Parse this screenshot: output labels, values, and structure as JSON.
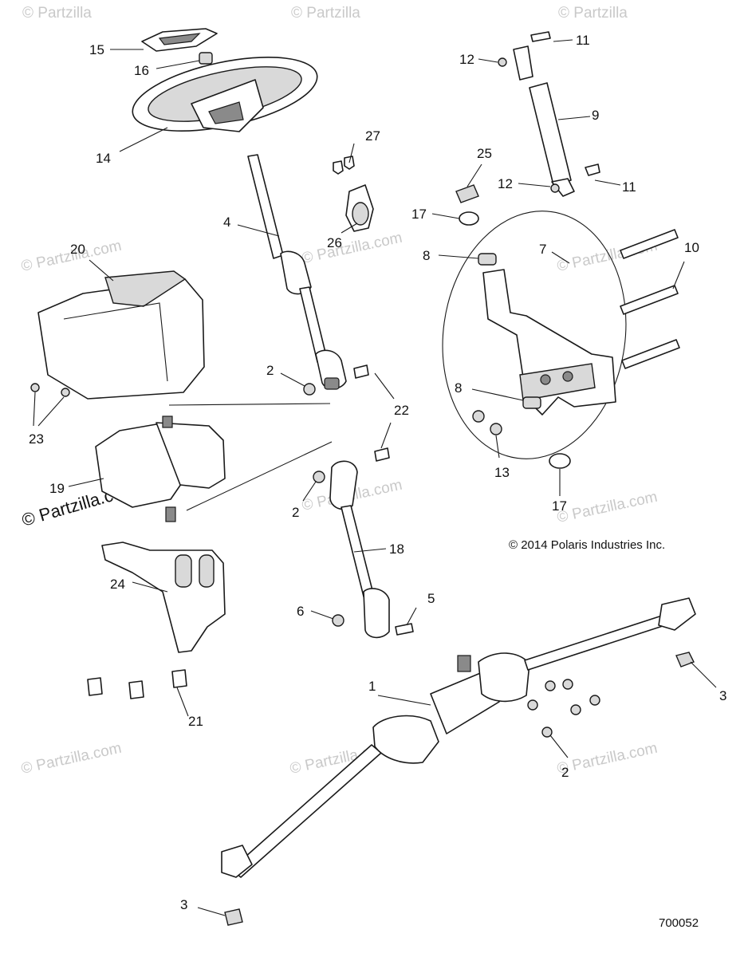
{
  "watermark": "© Partzilla.com",
  "watermark_top": "© Partzilla",
  "copyright": "© 2014 Polaris Industries Inc.",
  "diagram_id": "700052",
  "callouts": {
    "c1": "1",
    "c2a": "2",
    "c2b": "2",
    "c2c": "2",
    "c3a": "3",
    "c3b": "3",
    "c4": "4",
    "c5": "5",
    "c6": "6",
    "c7": "7",
    "c8a": "8",
    "c8b": "8",
    "c9": "9",
    "c10": "10",
    "c11a": "11",
    "c11b": "11",
    "c12a": "12",
    "c12b": "12",
    "c13": "13",
    "c14": "14",
    "c15": "15",
    "c16": "16",
    "c17a": "17",
    "c17b": "17",
    "c18": "18",
    "c19": "19",
    "c20": "20",
    "c21": "21",
    "c22": "22",
    "c23": "23",
    "c24": "24",
    "c25": "25",
    "c26": "26",
    "c27": "27"
  }
}
